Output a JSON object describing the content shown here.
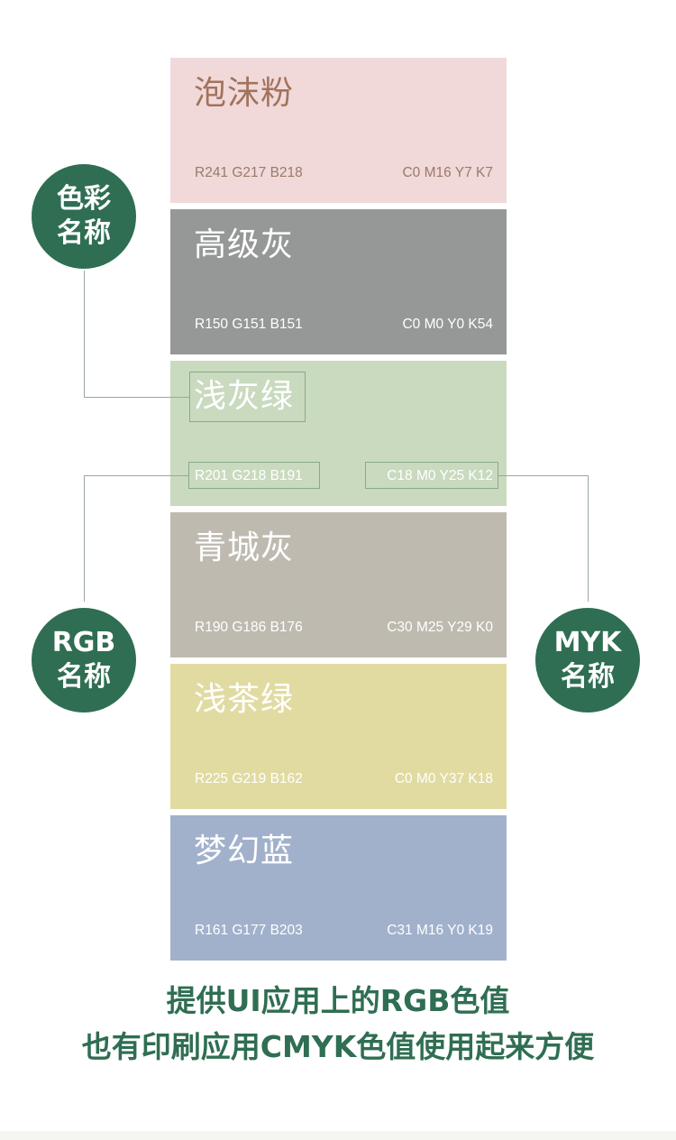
{
  "swatches": [
    {
      "name": "泡沫粉",
      "rgb": "R241 G217 B218",
      "cmyk": "C0 M16 Y7 K7",
      "bg": "#f1d9da",
      "name_color": "#a1735b",
      "code_color": "#9a7a68"
    },
    {
      "name": "高级灰",
      "rgb": "R150 G151 B151",
      "cmyk": "C0 M0 Y0 K54",
      "bg": "#969797",
      "name_color": "#ffffff",
      "code_color": "#ffffff"
    },
    {
      "name": "浅灰绿",
      "rgb": "R201 G218 B191",
      "cmyk": "C18 M0 Y25 K12",
      "bg": "#c9dabf",
      "name_color": "#ffffff",
      "code_color": "#ffffff"
    },
    {
      "name": "青城灰",
      "rgb": "R190 G186 B176",
      "cmyk": "C30 M25 Y29 K0",
      "bg": "#bebab0",
      "name_color": "#ffffff",
      "code_color": "#ffffff"
    },
    {
      "name": "浅茶绿",
      "rgb": "R225 G219 B162",
      "cmyk": "C0 M0 Y37 K18",
      "bg": "#e1dba2",
      "name_color": "#ffffff",
      "code_color": "#ffffff"
    },
    {
      "name": "梦幻蓝",
      "rgb": "R161 G177 B203",
      "cmyk": "C31 M16 Y0 K19",
      "bg": "#a1b1cb",
      "name_color": "#ffffff",
      "code_color": "#ffffff"
    }
  ],
  "badges": {
    "color_name": {
      "line1": "色彩",
      "line2": "名称"
    },
    "rgb_name": {
      "line1": "RGB",
      "line2": "名称"
    },
    "cmyk_name": {
      "line1": "MYK",
      "line2": "名称"
    }
  },
  "caption": {
    "line1": "提供UI应用上的RGB色值",
    "line2": "也有印刷应用CMYK色值使用起来方便"
  },
  "colors": {
    "accent": "#2f6e52",
    "line": "#9aa7a0"
  }
}
